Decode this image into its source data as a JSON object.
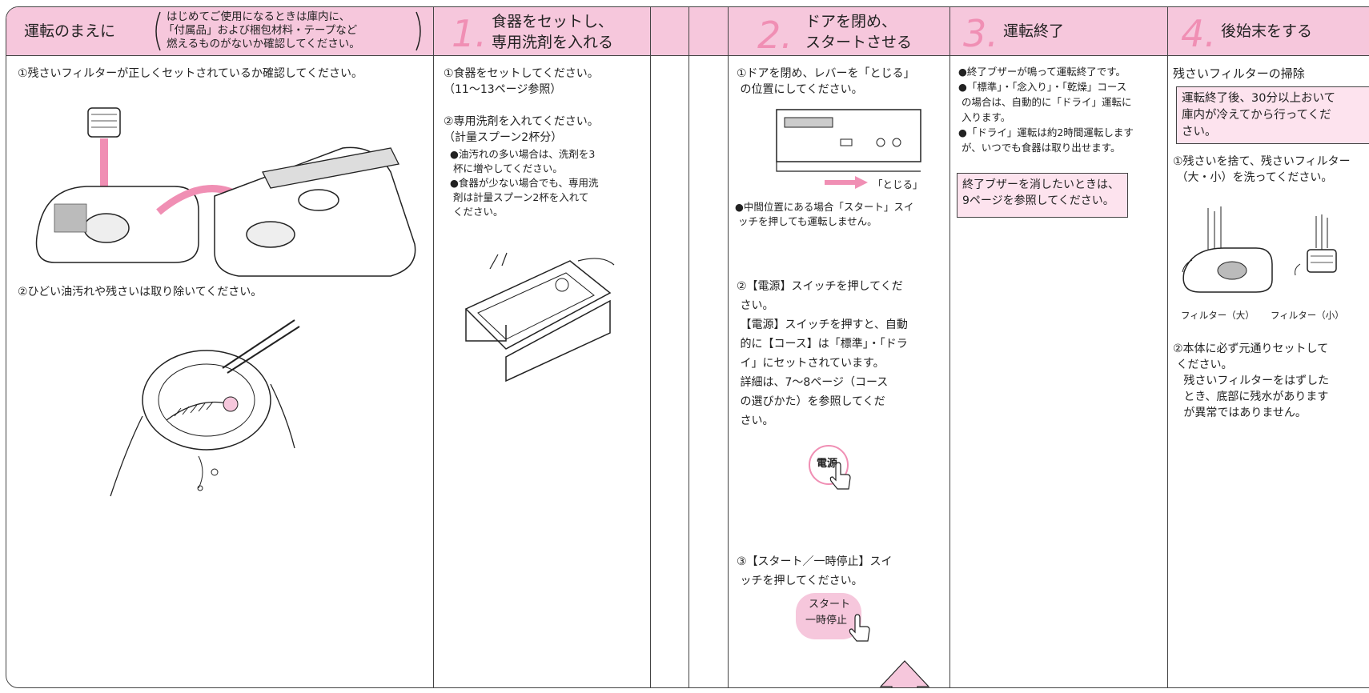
{
  "col0": {
    "title": "運転のまえに",
    "note_lines": [
      "はじめてご使用になるときは庫内に、",
      "「付属品」および梱包材料・テープなど",
      "燃えるものがないか確認してください。"
    ],
    "step1": "①残さいフィルターが正しくセットされているか確認してください。",
    "step2": "②ひどい油汚れや残さいは取り除いてください。"
  },
  "col1": {
    "number": "1.",
    "title_lines": [
      "食器をセットし、",
      "専用洗剤を入れる"
    ],
    "text": "①食器をセットしてください。\n（11～13ページ参照）\n\n②専用洗剤を入れてください。\n（計量スプーン2杯分）",
    "bullets": "●油汚れの多い場合は、洗剤を3\n 杯に増やしてください。\n●食器が少ない場合でも、専用洗\n 剤は計量スプーン2杯を入れて\n ください。"
  },
  "col3": {
    "number": "2.",
    "title_lines": [
      "ドアを閉め、",
      "スタートさせる"
    ],
    "step1": "①ドアを閉め、レバーを「とじる」\n の位置にしてください。",
    "lever_label": "「とじる」",
    "note": "●中間位置にある場合「スタート」スイ\n ッチを押しても運転しません。",
    "step2": "②【電源】スイッチを押してくだ\n さい。\n 【電源】スイッチを押すと、自動\n 的に【コース】は「標準」・「ドラ\n イ」にセットされています。\n 詳細は、7～8ページ（コース\n の選びかた）を参照してくだ\n さい。",
    "power_button": "電源",
    "step3": "③【スタート／一時停止】スイ\n ッチを押してください。",
    "start_button_lines": [
      "スタート",
      "一時停止"
    ]
  },
  "col4": {
    "number": "3.",
    "title": "運転終了",
    "text": "●終了ブザーが鳴って運転終了です。\n●「標準」・「念入り」・「乾燥」コース\n の場合は、自動的に「ドライ」運転に\n 入ります。\n●「ドライ」運転は約2時間運転します\n が、いつでも食器は取り出せます。",
    "box": "終了ブザーを消したいときは、\n9ページを参照してください。"
  },
  "col5": {
    "number": "4.",
    "title": "後始末をする",
    "subtitle": "残さいフィルターの掃除",
    "box": "運転終了後、30分以上おいて\n庫内が冷えてから行ってくだ\nさい。",
    "step1": "①残さいを捨て、残さいフィルター\n （大・小）を洗ってください。",
    "caption_large": "フィルター（大）",
    "caption_small": "フィルター（小）",
    "step2": "②本体に必ず元通りセットして\n ください。\n   残さいフィルターをはずした\n   とき、底部に残水があります\n   が異常ではありません。"
  },
  "colors": {
    "header_pink": "#f6c7dc",
    "accent_pink": "#f08fb4",
    "box_pink": "#fde3ee"
  }
}
